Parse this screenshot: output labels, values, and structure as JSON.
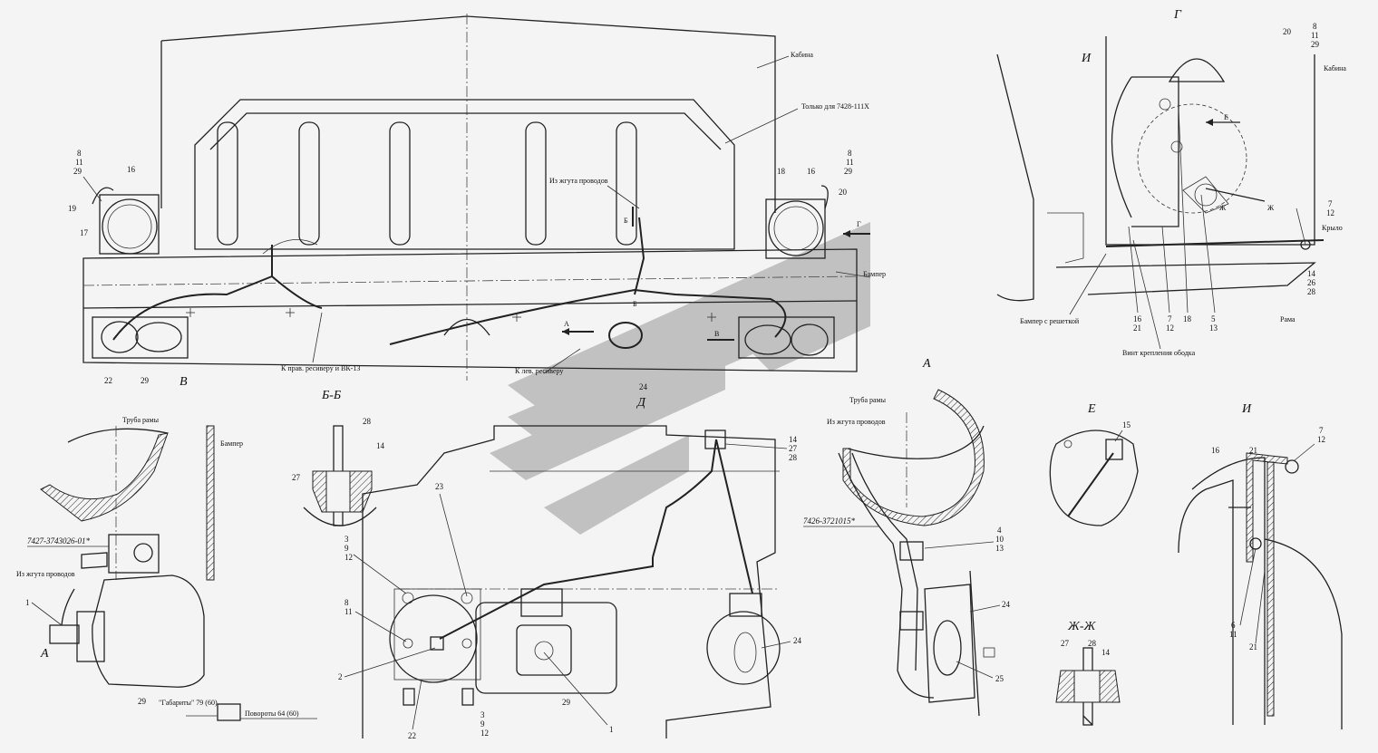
{
  "views": {
    "v_label": "В",
    "bb_label": "Б-Б",
    "a_label": "А",
    "e_label": "Е",
    "i_label": "И",
    "g_label": "Г",
    "zz_label": "Ж-Ж",
    "d_label": "Д"
  },
  "labels": {
    "cabin": "Кабина",
    "only_7428": "Только для 7428-111Х",
    "from_harness": "Из жгута проводов",
    "bumper": "Бампер",
    "to_right_receiver": "К прав. ресиверу и ВК-13",
    "to_left_receiver": "К лев. ресиверу",
    "frame_tube": "Труба рамы",
    "bumper_grille": "Бампер с решеткой",
    "rim_screw": "Винт крепления ободка",
    "frame": "Рама",
    "wing": "Крыло",
    "cabin_r": "Кабина",
    "gabarity": "\"Габариты\" 79 (60)",
    "povoroty": "Повороты 64 (60)",
    "from_harness2": "Из жгута проводов",
    "from_harness3": "Из жгута проводов",
    "bumper2": "Бампер",
    "frame_tube2": "Труба рамы"
  },
  "parts": {
    "p1": "7427-3743026-01*",
    "p2": "7426-3721015*"
  },
  "section_marks": {
    "b": "Б",
    "a": "А",
    "v": "В",
    "g": "Г",
    "zh": "Ж",
    "e": "Е"
  }
}
